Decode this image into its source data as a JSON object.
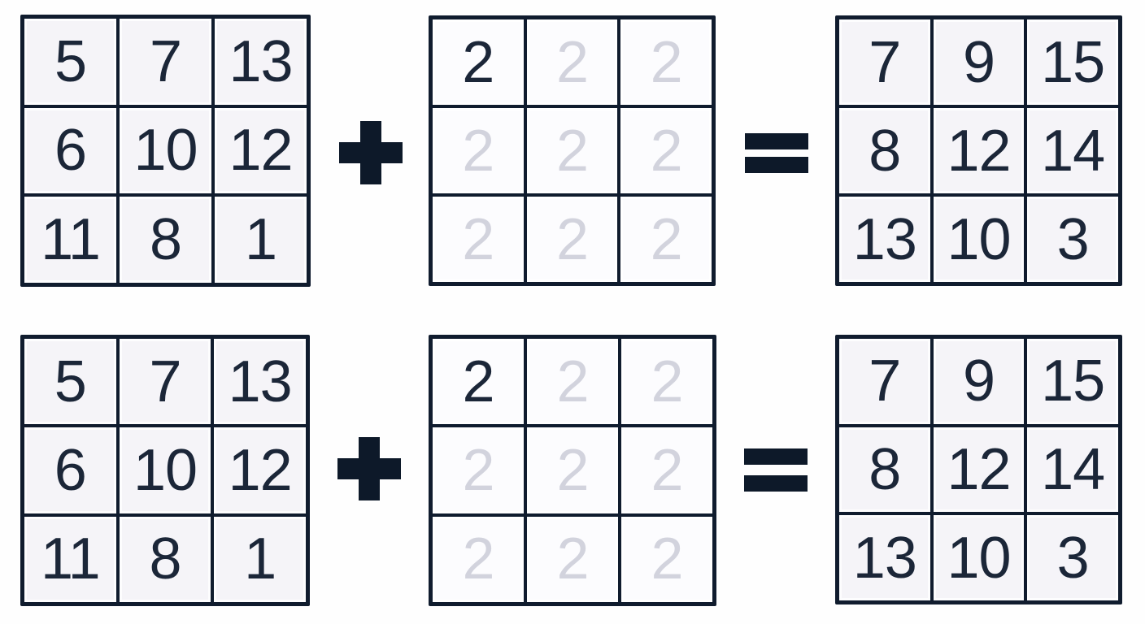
{
  "colors": {
    "page_bg": "#fefefe",
    "ink": "#101c2e",
    "number_ink": "#1b2638",
    "faded_ink": "#d2d3dd",
    "operator_ink": "#0d1929",
    "cell_bg_tint": "#f5f4f8",
    "cell_bg_white": "#fcfcfe"
  },
  "equations": [
    {
      "a": [
        [
          "5",
          "7",
          "13"
        ],
        [
          "6",
          "10",
          "12"
        ],
        [
          "11",
          "8",
          "1"
        ]
      ],
      "op1": "+",
      "b": [
        [
          "2",
          "2",
          "2"
        ],
        [
          "2",
          "2",
          "2"
        ],
        [
          "2",
          "2",
          "2"
        ]
      ],
      "b_faded": [
        [
          false,
          true,
          true
        ],
        [
          true,
          true,
          true
        ],
        [
          true,
          true,
          true
        ]
      ],
      "op2": "=",
      "c": [
        [
          "7",
          "9",
          "15"
        ],
        [
          "8",
          "12",
          "14"
        ],
        [
          "13",
          "10",
          "3"
        ]
      ]
    },
    {
      "a": [
        [
          "5",
          "7",
          "13"
        ],
        [
          "6",
          "10",
          "12"
        ],
        [
          "11",
          "8",
          "1"
        ]
      ],
      "op1": "+",
      "b": [
        [
          "2",
          "2",
          "2"
        ],
        [
          "2",
          "2",
          "2"
        ],
        [
          "2",
          "2",
          "2"
        ]
      ],
      "b_faded": [
        [
          false,
          true,
          true
        ],
        [
          true,
          true,
          true
        ],
        [
          true,
          true,
          true
        ]
      ],
      "op2": "=",
      "c": [
        [
          "7",
          "9",
          "15"
        ],
        [
          "8",
          "12",
          "14"
        ],
        [
          "13",
          "10",
          "3"
        ]
      ]
    }
  ]
}
